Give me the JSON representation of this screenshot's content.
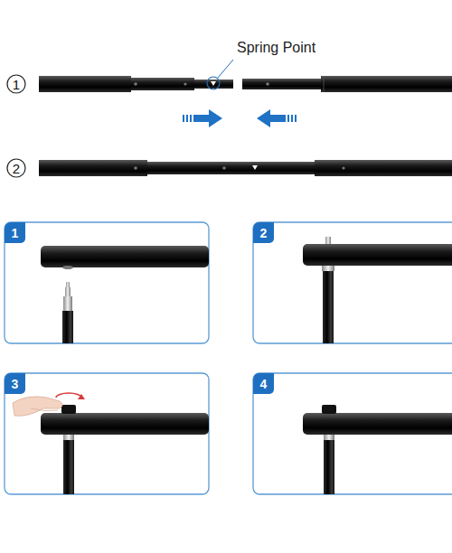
{
  "diagram": {
    "nodes": [
      {
        "text": [
          "1"
        ]
      },
      {
        "text": [
          "2"
        ]
      },
      {
        "text": [
          "1"
        ]
      },
      {
        "text": [
          "2"
        ]
      },
      {
        "text": [
          "3"
        ]
      },
      {
        "text": [
          "4"
        ]
      }
    ],
    "labels": [
      "Spring Point"
    ]
  }
}
